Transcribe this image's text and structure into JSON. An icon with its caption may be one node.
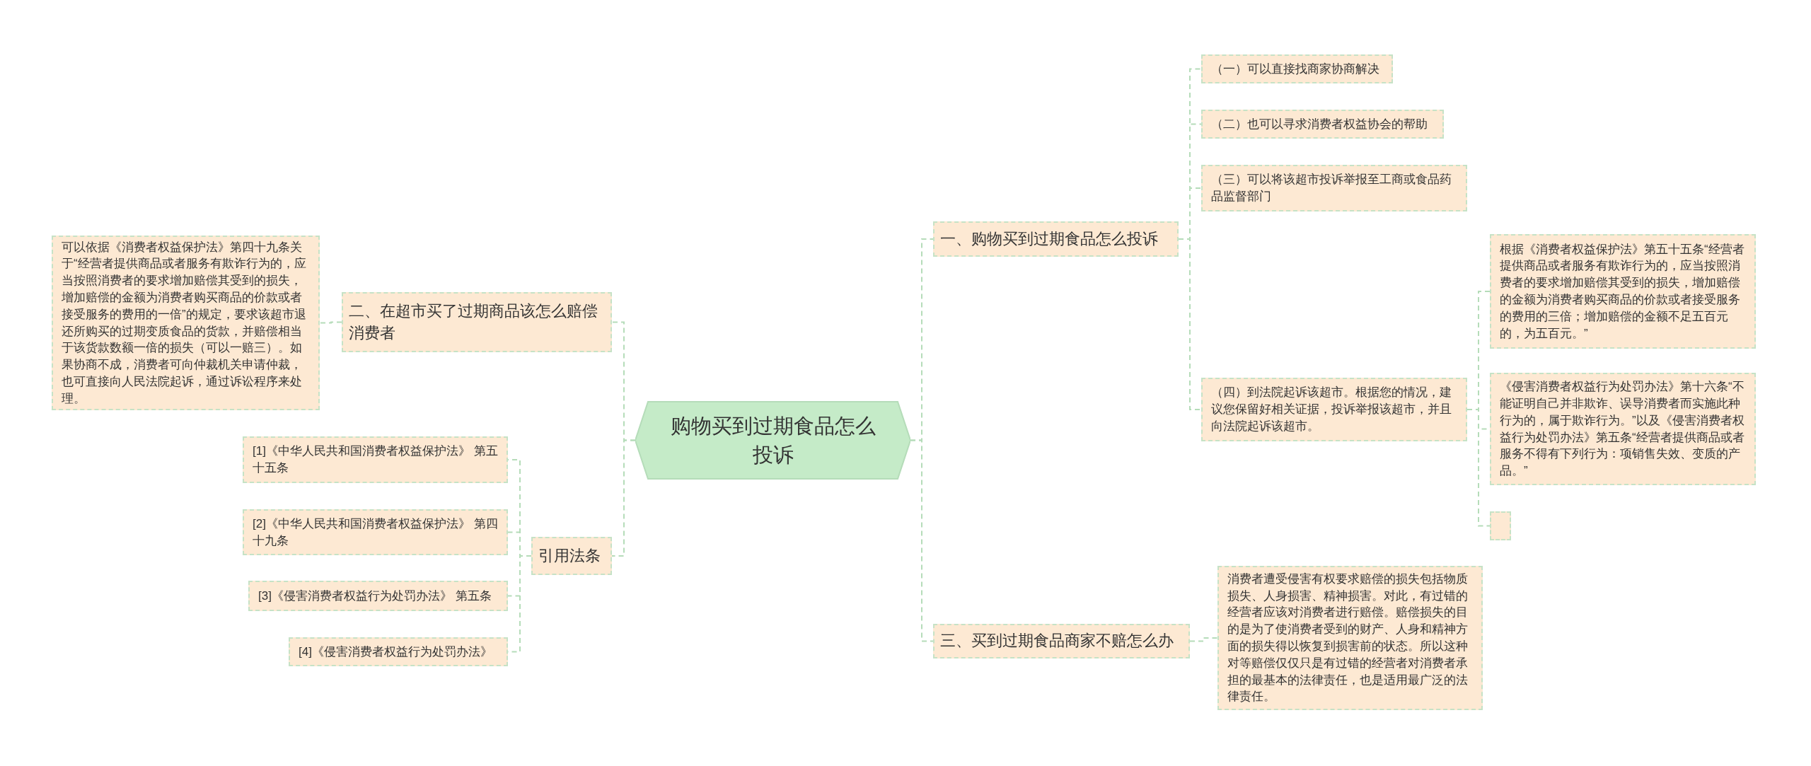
{
  "diagram": {
    "nodes": [
      {
        "text": [
          "购物买到过期食品怎么投诉"
        ]
      },
      {
        "text": [
          "一、购物买到过期食品怎么投诉"
        ]
      },
      {
        "text": [
          "（一）可以直接找商家协商解决"
        ]
      },
      {
        "text": [
          "（二）也可以寻求消费者权益协会的帮助"
        ]
      },
      {
        "text": [
          "（三）可以将该超市投诉举报至工商或食品药品监督部门"
        ]
      },
      {
        "text": [
          "（四）到法院起诉该超市。根据您的情况，建议您保留好相关证据，投诉举报该超市，并且向法院起诉该超市。"
        ]
      },
      {
        "text": [
          "根据《消费者权益保护法》第五十五条“经营者提供商品或者服务有欺诈行为的，应当按照消费者的要求增加赔偿其受到的损失，增加赔偿的金额为消费者购买商品的价款或者接受服务的费用的三倍；增加赔偿的金额不足五百元的，为五百元。”"
        ]
      },
      {
        "text": [
          "《侵害消费者权益行为处罚办法》第十六条“不能证明自己并非欺诈、误导消费者而实施此种行为的，属于欺诈行为。”以及《侵害消费者权益行为处罚办法》第五条“经营者提供商品或者服务不得有下列行为：项销售失效、变质的产品。”"
        ]
      },
      {
        "text": [],
        "shape": "box"
      },
      {
        "text": [
          "三、买到过期食品商家不赔怎么办"
        ]
      },
      {
        "text": [
          "消费者遭受侵害有权要求赔偿的损失包括物质损失、人身损害、精神损害。对此，有过错的经营者应该对消费者进行赔偿。赔偿损失的目的是为了使消费者受到的财产、人身和精神方面的损失得以恢复到损害前的状态。所以这种对等赔偿仅仅只是有过错的经营者对消费者承担的最基本的法律责任，也是适用最广泛的法律责任。"
        ]
      },
      {
        "text": [
          "二、在超市买了过期商品该怎么赔偿消费者"
        ]
      },
      {
        "text": [
          "可以依据《消费者权益保护法》第四十九条关于“经营者提供商品或者服务有欺诈行为的，应当按照消费者的要求增加赔偿其受到的损失，增加赔偿的金额为消费者购买商品的价款或者接受服务的费用的一倍”的规定，要求该超市退还所购买的过期变质食品的货款，并赔偿相当于该货款数额一倍的损失（可以一赔三）。如果协商不成，消费者可向仲裁机关申请仲裁，也可直接向人民法院起诉，通过诉讼程序来处理。"
        ]
      },
      {
        "text": [
          "引用法条"
        ]
      },
      {
        "text": [
          "[1]《中华人民共和国消费者权益保护法》 第五十五条"
        ]
      },
      {
        "text": [
          "[2]《中华人民共和国消费者权益保护法》 第四十九条"
        ]
      },
      {
        "text": [
          "[3]《侵害消费者权益行为处罚办法》 第五条"
        ]
      },
      {
        "text": [
          "[4]《侵害消费者权益行为处罚办法》"
        ]
      }
    ],
    "edges": [
      {
        "from": 0,
        "to": 1,
        "arrow": "none"
      },
      {
        "from": 1,
        "to": 2,
        "arrow": "none"
      },
      {
        "from": 1,
        "to": 3,
        "arrow": "none"
      },
      {
        "from": 1,
        "to": 4,
        "arrow": "none"
      },
      {
        "from": 1,
        "to": 5,
        "arrow": "none"
      },
      {
        "from": 5,
        "to": 6,
        "arrow": "none"
      },
      {
        "from": 5,
        "to": 7,
        "arrow": "none"
      },
      {
        "from": 5,
        "to": 8,
        "arrow": "none"
      },
      {
        "from": 0,
        "to": 9,
        "arrow": "none"
      },
      {
        "from": 9,
        "to": 10,
        "arrow": "none"
      },
      {
        "from": 0,
        "to": 11,
        "arrow": "none"
      },
      {
        "from": 11,
        "to": 12,
        "arrow": "none"
      },
      {
        "from": 0,
        "to": 13,
        "arrow": "none"
      },
      {
        "from": 13,
        "to": 14,
        "arrow": "none"
      },
      {
        "from": 13,
        "to": 15,
        "arrow": "none"
      },
      {
        "from": 13,
        "to": 16,
        "arrow": "none"
      },
      {
        "from": 13,
        "to": 17,
        "arrow": "none"
      }
    ]
  }
}
